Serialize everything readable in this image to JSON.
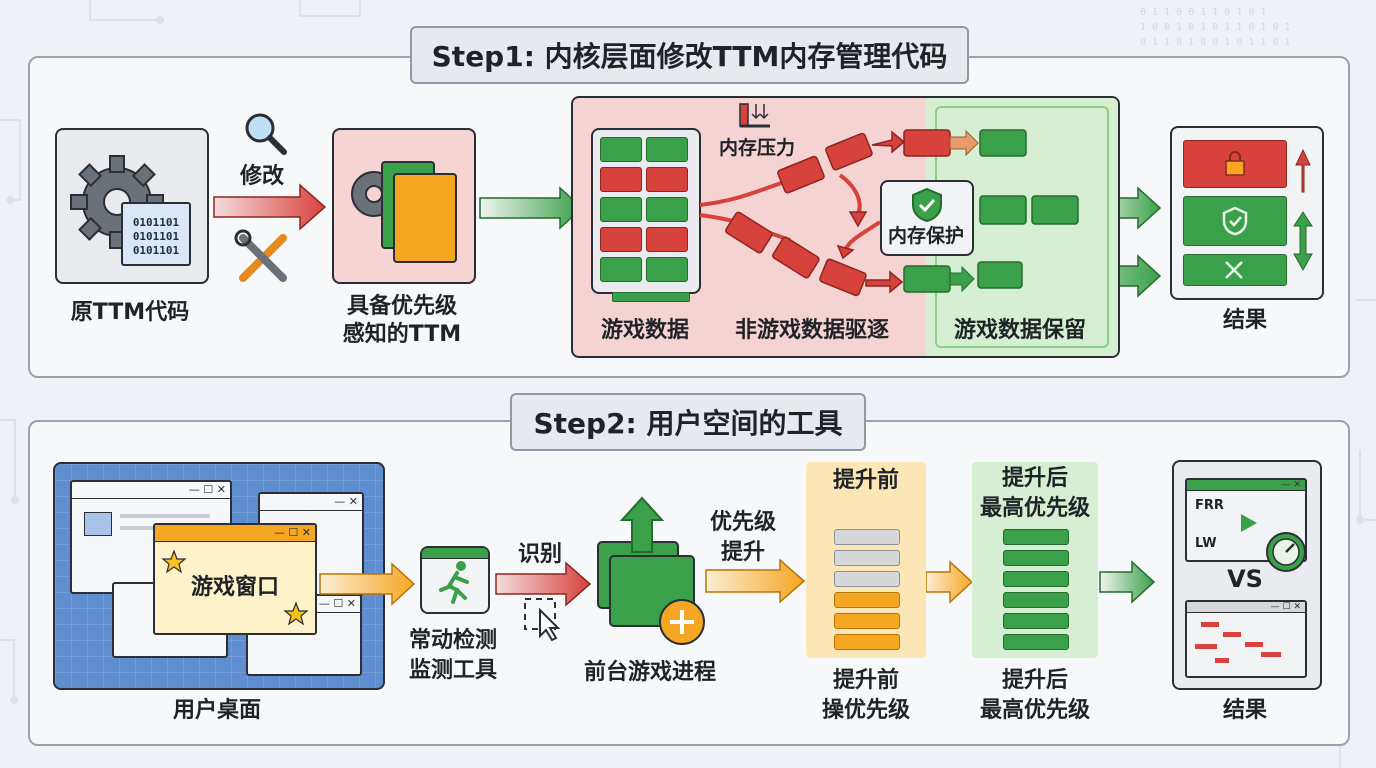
{
  "step1": {
    "title": "Step1: 内核层面修改TTM内存管理代码",
    "original_code_label": "原TTM代码",
    "binary_lines": [
      "0101101",
      "0101101",
      "0101101"
    ],
    "modify_label": "修改",
    "priority_ttm_label_1": "具备优先级",
    "priority_ttm_label_2": "感知的TTM",
    "memory_pressure_label": "内存压力",
    "memory_protect_label": "内存保护",
    "game_data_label": "游戏数据",
    "evict_label": "非游戏数据驱逐",
    "retain_label": "游戏数据保留",
    "result_label": "结果"
  },
  "step2": {
    "title": "Step2: 用户空间的工具",
    "game_window_label": "游戏窗口",
    "desktop_label": "用户桌面",
    "detect_tool_label_1": "常动检测",
    "detect_tool_label_2": "监测工具",
    "identify_label": "识别",
    "foreground_label": "前台游戏进程",
    "boost_label_1": "优先级",
    "boost_label_2": "提升",
    "before_top_label": "提升前",
    "before_bottom_1": "提升前",
    "before_bottom_2": "操优先级",
    "after_top_1": "提升后",
    "after_top_2": "最高优先级",
    "after_bottom_1": "提升后",
    "after_bottom_2": "最高优先级",
    "frr_label": "FRR",
    "lw_label": "LW",
    "vs_label": "VS",
    "result_label": "结果"
  },
  "colors": {
    "green": "#3aa04a",
    "red": "#d8423c",
    "orange": "#f5a623",
    "gray": "#d5d7da"
  }
}
